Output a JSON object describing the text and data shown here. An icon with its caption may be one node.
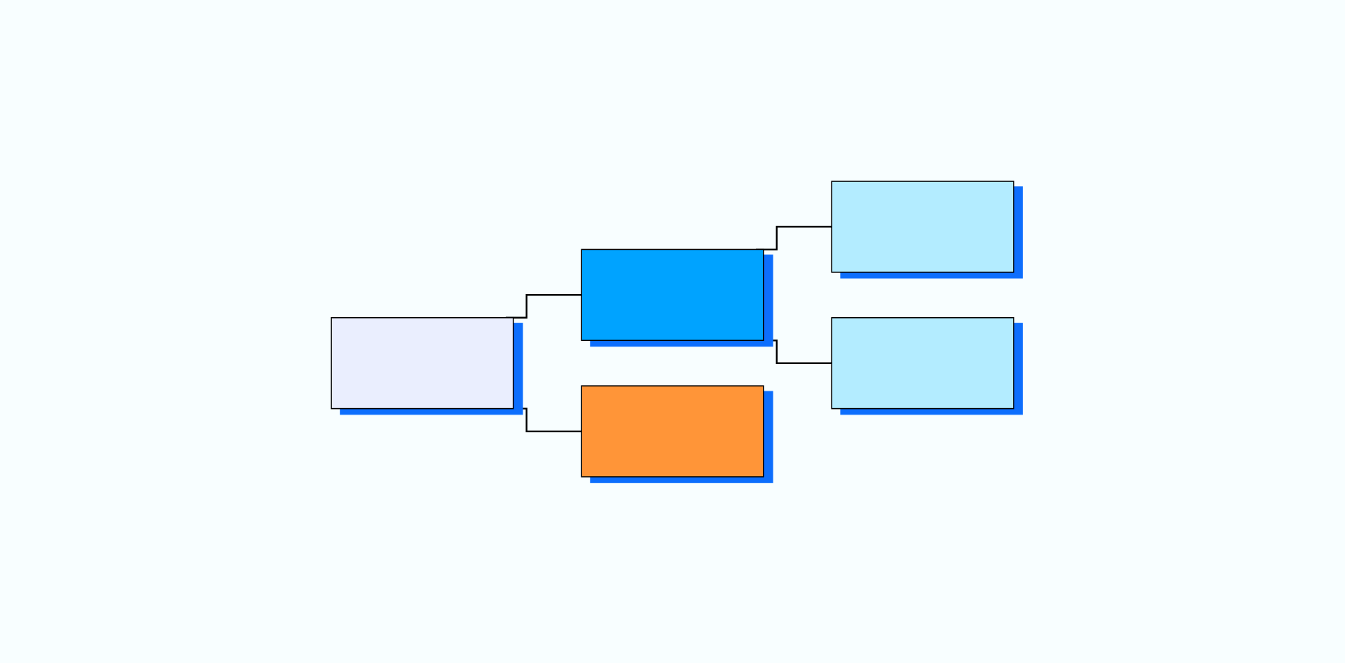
{
  "diagram": {
    "nodes": [
      {
        "text": [],
        "shape": "box"
      },
      {
        "text": [],
        "shape": "box"
      },
      {
        "text": [],
        "shape": "box"
      },
      {
        "text": [],
        "shape": "box"
      },
      {
        "text": [],
        "shape": "box"
      }
    ],
    "edges": [
      {
        "from": 0,
        "to": 1,
        "arrow": "none"
      },
      {
        "from": 1,
        "to": 2,
        "arrow": "none"
      },
      {
        "from": 1,
        "to": 3,
        "arrow": "none"
      },
      {
        "from": 0,
        "to": 4,
        "arrow": "none"
      }
    ]
  }
}
